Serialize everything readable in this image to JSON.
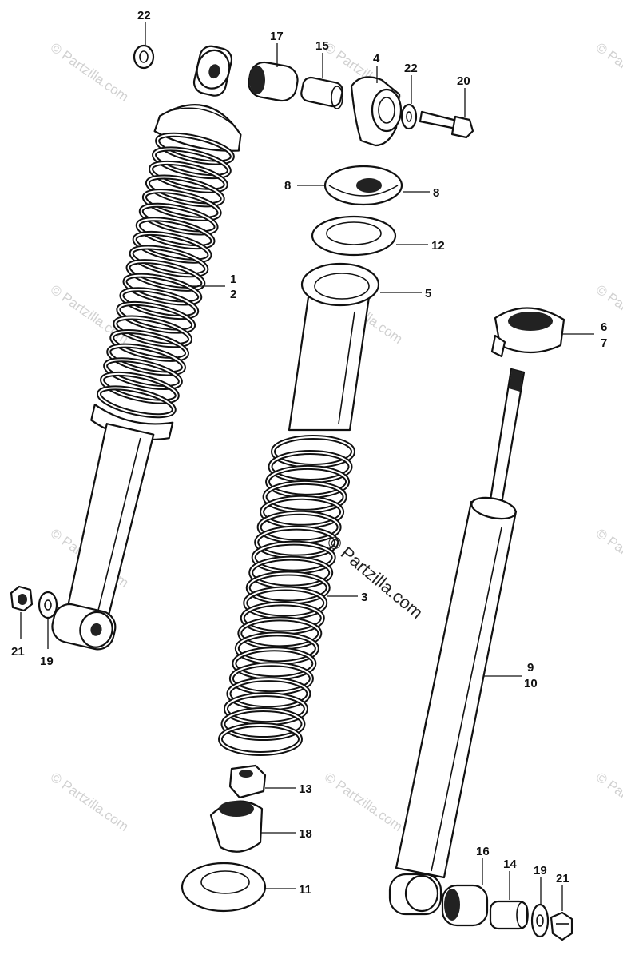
{
  "watermark": {
    "main_text": "© Partzilla.com",
    "tile_text": "© Partzilla.com"
  },
  "callouts": [
    {
      "id": "c22a",
      "text": "22"
    },
    {
      "id": "c17",
      "text": "17"
    },
    {
      "id": "c15",
      "text": "15"
    },
    {
      "id": "c4",
      "text": "4"
    },
    {
      "id": "c22b",
      "text": "22"
    },
    {
      "id": "c20",
      "text": "20"
    },
    {
      "id": "c8a",
      "text": "8"
    },
    {
      "id": "c8b",
      "text": "8"
    },
    {
      "id": "c12",
      "text": "12"
    },
    {
      "id": "c1",
      "text": "1"
    },
    {
      "id": "c2",
      "text": "2"
    },
    {
      "id": "c5",
      "text": "5"
    },
    {
      "id": "c6",
      "text": "6"
    },
    {
      "id": "c7",
      "text": "7"
    },
    {
      "id": "c3",
      "text": "3"
    },
    {
      "id": "c21a",
      "text": "21"
    },
    {
      "id": "c19a",
      "text": "19"
    },
    {
      "id": "c9",
      "text": "9"
    },
    {
      "id": "c10",
      "text": "10"
    },
    {
      "id": "c13",
      "text": "13"
    },
    {
      "id": "c18",
      "text": "18"
    },
    {
      "id": "c11",
      "text": "11"
    },
    {
      "id": "c16",
      "text": "16"
    },
    {
      "id": "c14",
      "text": "14"
    },
    {
      "id": "c19b",
      "text": "19"
    },
    {
      "id": "c21b",
      "text": "21"
    }
  ]
}
